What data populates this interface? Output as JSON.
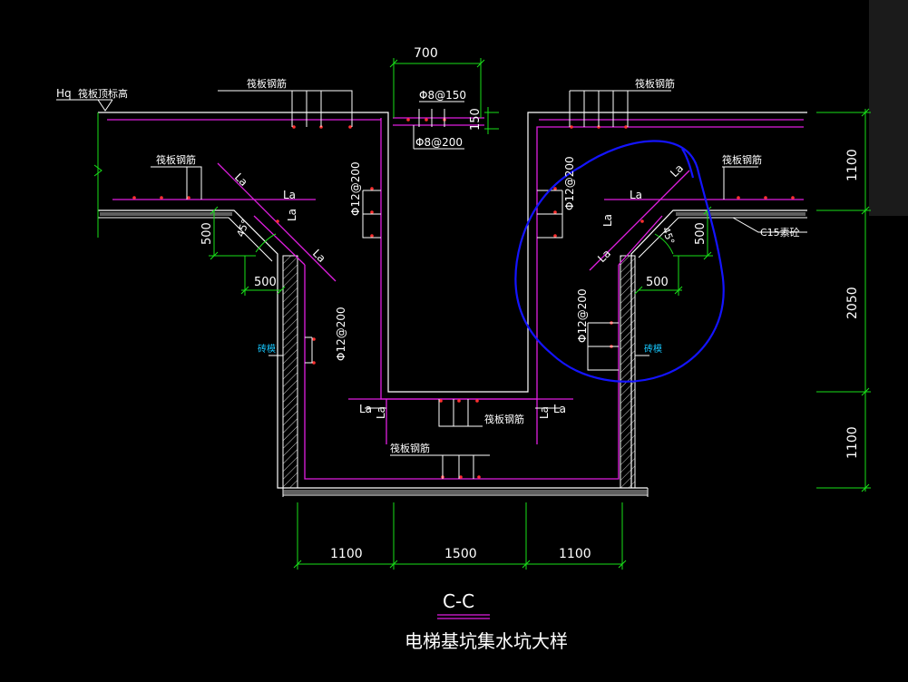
{
  "drawing": {
    "title": "C-C",
    "subtitle": "电梯基坑集水坑大样",
    "colors": {
      "background": "#000000",
      "dimension": "#19e019",
      "rebar": "#e01ee0",
      "concrete": "#ffffff",
      "annotation": "#ffffff",
      "brick": "#17c8ff",
      "markup": "#1414ff",
      "rebar_dot": "#ff3030"
    }
  },
  "labels": {
    "hq": "Hq",
    "raft_top_elev": "筏板顶标高",
    "raft_rebar": "筏板钢筋",
    "phi8_150": "Φ8@150",
    "phi8_200": "Φ8@200",
    "phi12_200": "Φ12@200",
    "la": "La",
    "angle45": "45°",
    "brick_masonry": "砖模",
    "c15": "C15素砼"
  },
  "dimensions": {
    "d700": "700",
    "d150": "150",
    "d1100_top": "1100",
    "d2050": "2050",
    "d1100_bottom": "1100",
    "d500": "500",
    "bottom_left": "1100",
    "bottom_mid": "1500",
    "bottom_right": "1100"
  }
}
